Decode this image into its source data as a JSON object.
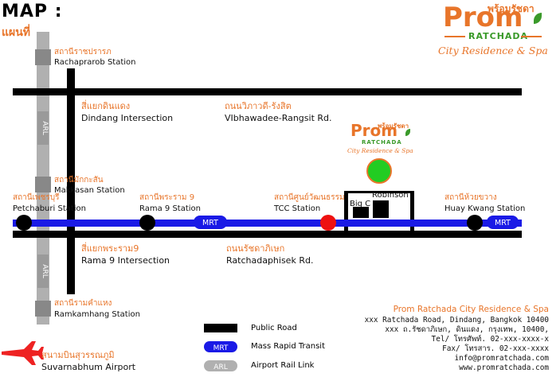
{
  "header": {
    "title": "MAP :",
    "title_thai": "แผนที่"
  },
  "brand": {
    "name": "Prom",
    "name_thai": "พร้อมรัชดา",
    "sub": "RATCHADA",
    "tagline": "City Residence & Spa"
  },
  "colors": {
    "road": "#000000",
    "mrt": "#1a1ae6",
    "arl": "#b0b0b0",
    "accent": "#e8752a",
    "green": "#22cc22",
    "red": "#ee1111"
  },
  "stations": {
    "rachaprarob": {
      "thai": "สถานีราชปรารภ",
      "en": "Rachaprarob Station"
    },
    "makkasan": {
      "thai": "สถานีมักกะสัน",
      "en": "Makkasan Station"
    },
    "ramkamhang": {
      "thai": "สถานีรามคำแหง",
      "en": "Ramkamhang Station"
    },
    "petchaburi": {
      "thai": "สถานีเพชรบุรี",
      "en": "Petchaburi Station"
    },
    "rama9": {
      "thai": "สถานีพระราม 9",
      "en": "Rama 9 Station"
    },
    "tcc": {
      "thai": "สถานีศูนย์วัฒนธรรม",
      "en": "TCC Station"
    },
    "huaykwang": {
      "thai": "สถานีห้วยขวาง",
      "en": "Huay Kwang Station"
    }
  },
  "roads": {
    "dindang": {
      "thai": "สี่แยกดินแดง",
      "en": "Dindang Intersection"
    },
    "vibhawadee": {
      "thai": "ถนนวิภาวดี-รังสิต",
      "en": "VIbhawadee-Rangsit Rd."
    },
    "rama9_int": {
      "thai": "สี่แยกพระราม9",
      "en": "Rama 9 Intersection"
    },
    "ratchadaphisek": {
      "thai": "ถนนรัชดาภิเษก",
      "en": "Ratchadaphisek Rd."
    }
  },
  "places": {
    "robinson": "Robinson",
    "bigc": "Big C"
  },
  "line_labels": {
    "arl": "ARL",
    "mrt": "MRT"
  },
  "airport": {
    "thai": "สนามบินสุวรรณภูมิ",
    "en": "Suvarnabhum Airport"
  },
  "legend": {
    "road": "Public Road",
    "mrt": "Mass Rapid Transit",
    "arl": "Airport Rail Link",
    "mrt_chip": "MRT",
    "arl_chip": "ARL"
  },
  "address": {
    "title": "Prom Ratchada City Residence & Spa",
    "line1": "xxx Ratchada Road, Dindang, Bangkok 10400",
    "line2": "xxx ถ.รัชดาภิเษก, ดินแดง, กรุงเทพ, 10400,",
    "line3": "Tel/ โทรศัพท์. 02-xxx-xxxx-x",
    "line4": "Fax/ โทรสาร. 02-xxx-xxxx",
    "line5": "info@promratchada.com",
    "line6": "www.promratchada.com"
  }
}
